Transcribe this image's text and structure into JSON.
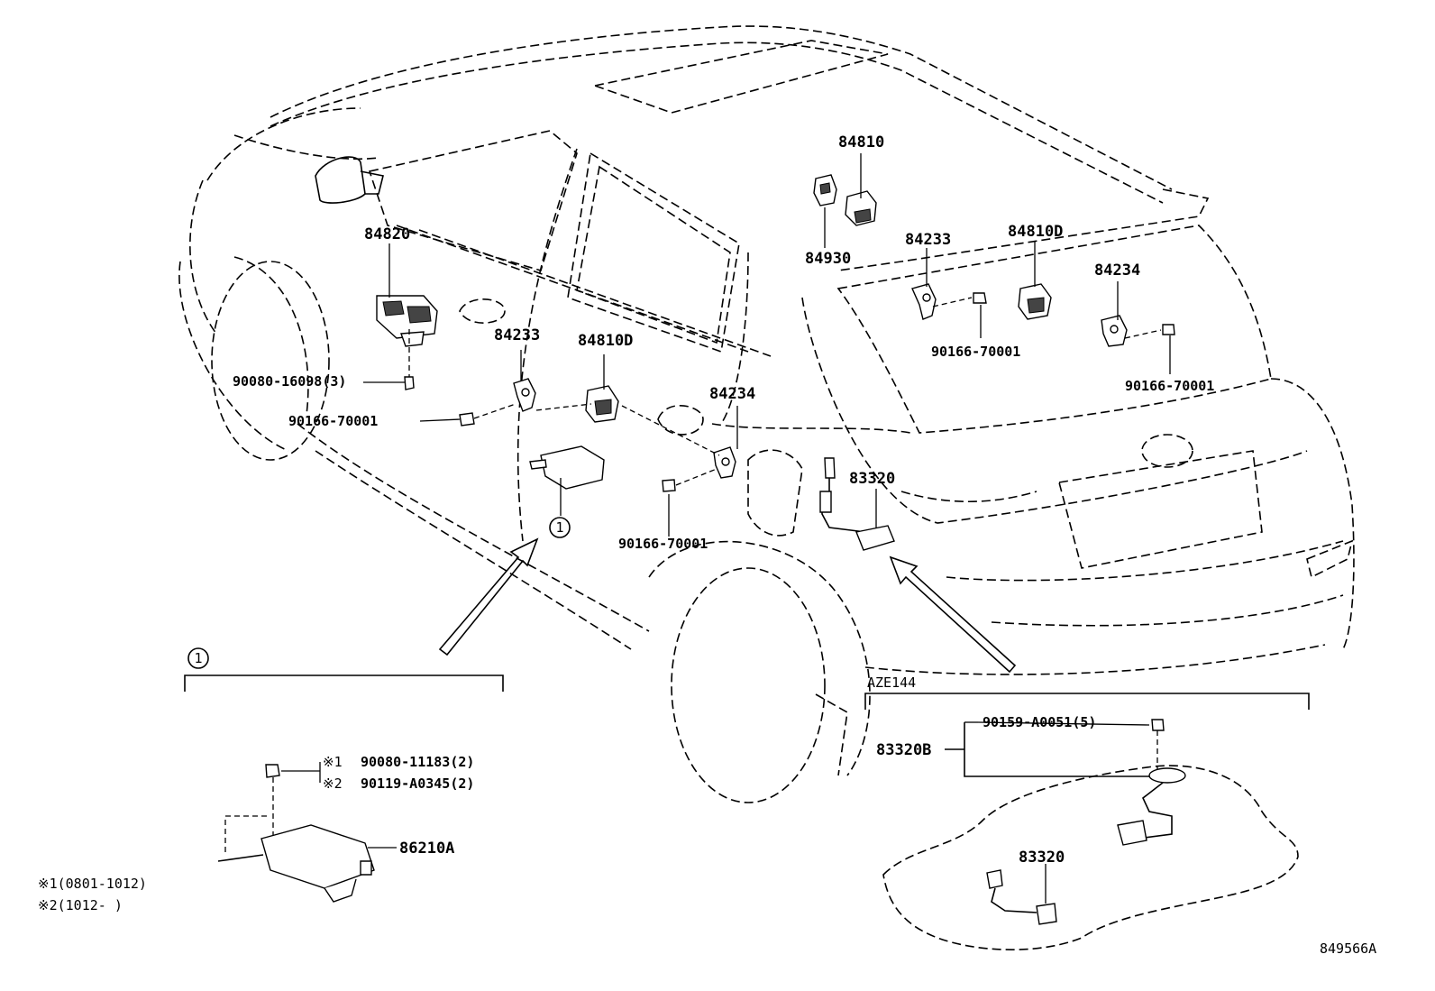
{
  "parts": {
    "p84810": "84810",
    "p84930": "84930",
    "p84820": "84820",
    "p84233_top": "84233",
    "p84810D_top": "84810D",
    "p84234_top": "84234",
    "p90166_a": "90166-70001",
    "p90166_b": "90166-70001",
    "p90080_16098": "90080-16098(3)",
    "p84233_mid": "84233",
    "p84810D_mid": "84810D",
    "p84234_mid": "84234",
    "p90166_c": "90166-70001",
    "p83320_main": "83320",
    "p90166_d": "90166-70001",
    "callout_1": "1"
  },
  "inset_left": {
    "marker": "1",
    "note1_mark": "※1",
    "note1_part": "90080-11183(2)",
    "note2_mark": "※2",
    "note2_part": "90119-A0345(2)",
    "module": "86210A",
    "legend1": "※1(0801-1012)",
    "legend2": "※2(1012-      )"
  },
  "inset_right": {
    "title": "AZE144",
    "screw": "90159-A0051(5)",
    "assembly": "83320B",
    "gauge": "83320"
  },
  "figure_id": "849566A"
}
